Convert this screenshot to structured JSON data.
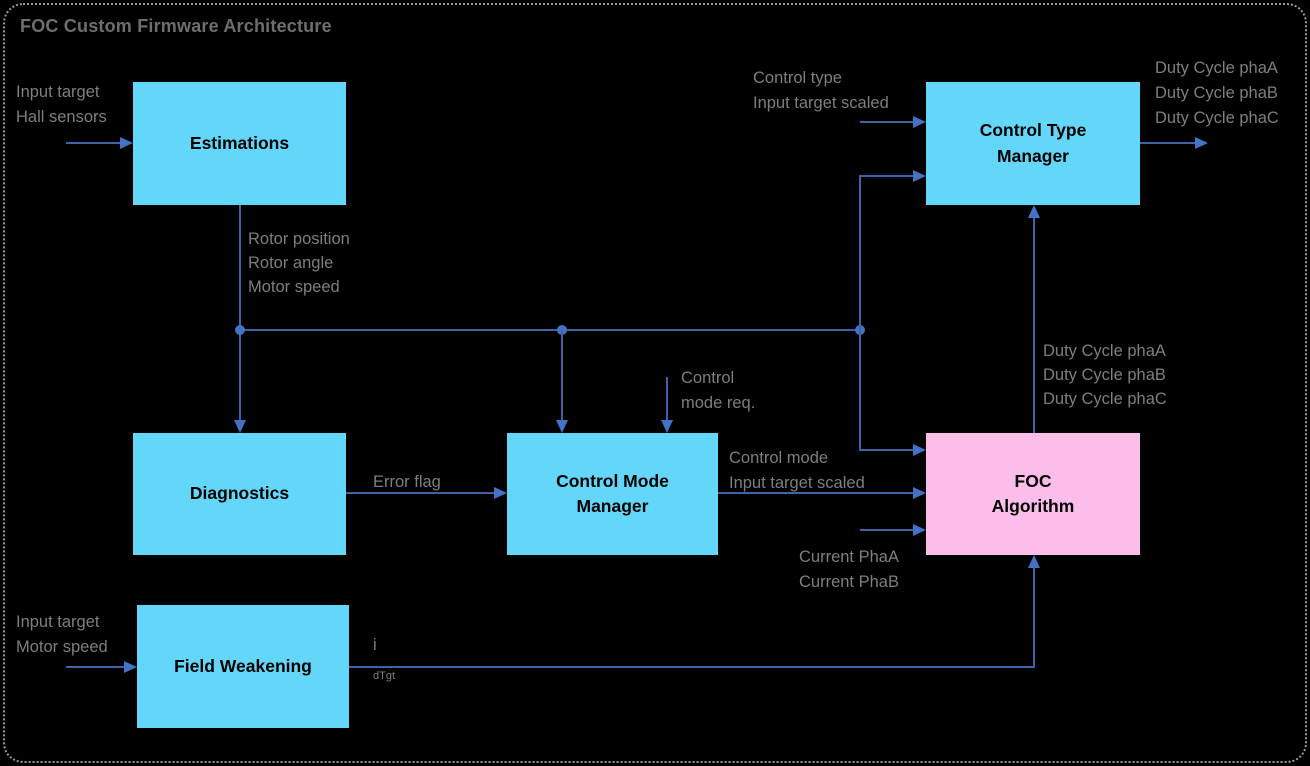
{
  "title": "FOC Custom Firmware Architecture",
  "colors": {
    "background": "#000000",
    "block_cyan": "#63d7fa",
    "block_pink": "#fbbde9",
    "connector_blue": "#4472c4",
    "label_gray": "#7e7e7e",
    "title_gray": "#6e6e6e"
  },
  "blocks": {
    "estimations": [
      "Estimations"
    ],
    "control_type_manager": [
      "Control Type",
      "Manager"
    ],
    "diagnostics": [
      "Diagnostics"
    ],
    "control_mode_manager": [
      "Control Mode",
      "Manager"
    ],
    "foc_algorithm": [
      "FOC",
      "Algorithm"
    ],
    "field_weakening": [
      "Field Weakening"
    ]
  },
  "signals": {
    "estimations_inputs": [
      "Input target",
      "Hall sensors"
    ],
    "estimations_outputs": [
      "Rotor position",
      "Rotor angle",
      "Motor speed"
    ],
    "control_type_inputs": [
      "Control type",
      "Input target scaled"
    ],
    "control_type_outputs": [
      "Duty Cycle phaA",
      "Duty Cycle phaB",
      "Duty Cycle phaC"
    ],
    "control_mode_request": [
      "Control",
      "mode req."
    ],
    "error_flag": "Error flag",
    "control_mode_outputs": [
      "Control mode",
      "Input target scaled"
    ],
    "current_inputs": [
      "Current PhaA",
      "Current PhaB"
    ],
    "foc_duty_outputs": [
      "Duty Cycle phaA",
      "Duty Cycle phaB",
      "Duty Cycle phaC"
    ],
    "field_weakening_inputs": [
      "Input target",
      "Motor speed"
    ],
    "field_weakening_output": {
      "base": "i",
      "subscript": "dTgt"
    }
  }
}
